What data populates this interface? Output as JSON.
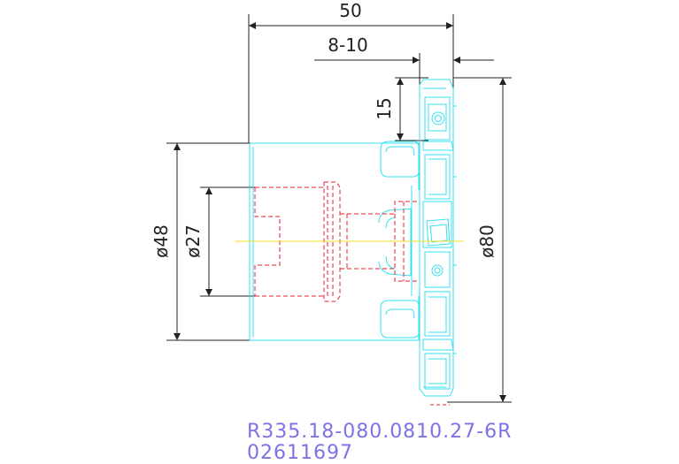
{
  "colors": {
    "dimension": "#222222",
    "outline": "#33e0f0",
    "hidden": "#e8202a",
    "centerline": "#f0e020",
    "text": "#7d72e6"
  },
  "dimensions": {
    "overall_length": "50",
    "insert_range": "8-10",
    "insert_height": "15",
    "bore_outer": "ø48",
    "bore_inner": "ø27",
    "cutter_diameter": "ø80"
  },
  "part": {
    "designation": "R335.18-080.0810.27-6R",
    "item_number": "02611697"
  }
}
